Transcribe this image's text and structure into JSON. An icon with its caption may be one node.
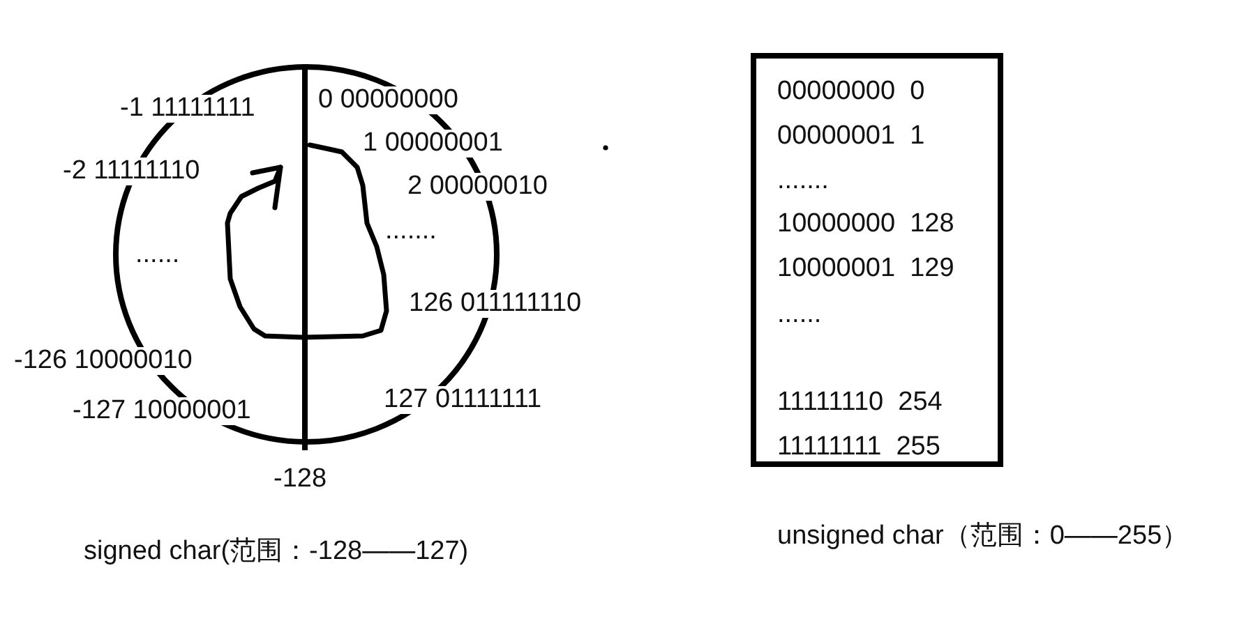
{
  "diagram": {
    "nodes": [
      {
        "text": [],
        "shape": "circle"
      },
      {
        "text": [
          "00000000  0",
          "00000001  1",
          ".......",
          "10000000  128",
          "10000001  129",
          "......",
          "11111110  254",
          "11111111  255"
        ]
      }
    ],
    "labels": [
      "0 00000000",
      "-1 11111111",
      "1 00000001",
      "-2 11111110",
      "2 00000010",
      ".......",
      "......",
      "126 011111110",
      "-126 10000010",
      "127 01111111",
      "-127 10000001",
      "-128",
      "signed char(范围：-128——127)",
      "unsigned char（范围：0——255）"
    ]
  }
}
